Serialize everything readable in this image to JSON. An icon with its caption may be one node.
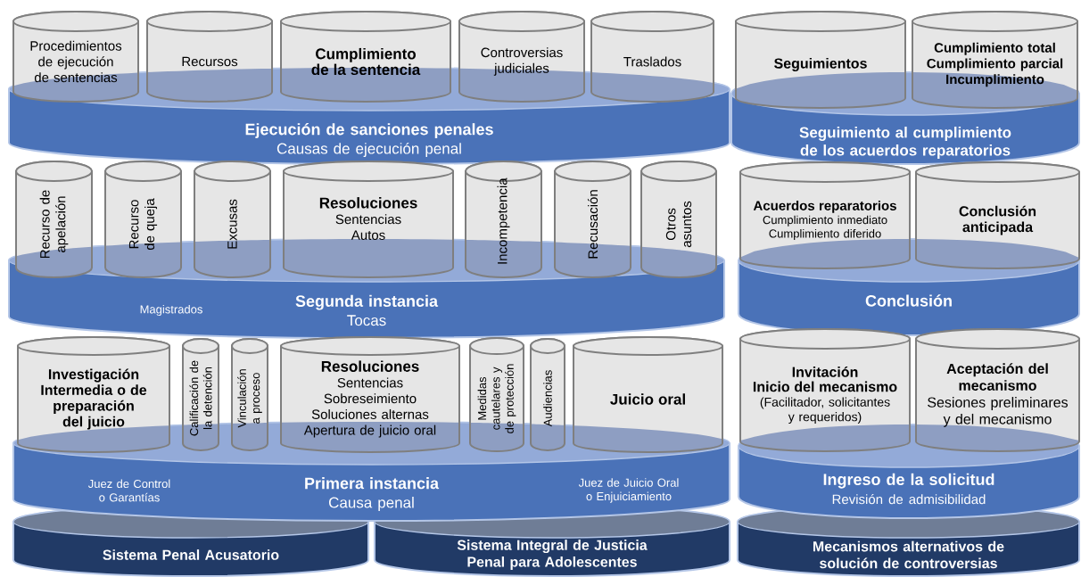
{
  "diagram": {
    "nodes": [
      {
        "text": [
          "Ejecución de sanciones penales",
          "Causas de ejecución penal"
        ]
      },
      {
        "text": [
          "Procedimientos de ejecución de sentencias"
        ]
      },
      {
        "text": [
          "Recursos"
        ]
      },
      {
        "text": [
          "Cumplimiento de la sentencia"
        ]
      },
      {
        "text": [
          "Controversias judiciales"
        ]
      },
      {
        "text": [
          "Traslados"
        ]
      },
      {
        "text": [
          "Seguimiento al cumplimiento de los acuerdos reparatorios"
        ]
      },
      {
        "text": [
          "Seguimientos"
        ]
      },
      {
        "text": [
          "Cumplimiento total",
          "Cumplimiento parcial",
          "Incumplimiento"
        ]
      },
      {
        "text": [
          "Segunda instancia",
          "Tocas",
          "Magistrados"
        ]
      },
      {
        "text": [
          "Recurso de apelación"
        ]
      },
      {
        "text": [
          "Recurso de queja"
        ]
      },
      {
        "text": [
          "Excusas"
        ]
      },
      {
        "text": [
          "Resoluciones",
          "Sentencias",
          "Autos"
        ]
      },
      {
        "text": [
          "Incompetencia"
        ]
      },
      {
        "text": [
          "Recusación"
        ]
      },
      {
        "text": [
          "Otros asuntos"
        ]
      },
      {
        "text": [
          "Conclusión"
        ]
      },
      {
        "text": [
          "Acuerdos reparatorios",
          "Cumplimiento inmediato",
          "Cumplimiento diferido"
        ]
      },
      {
        "text": [
          "Conclusión anticipada"
        ]
      },
      {
        "text": [
          "Primera instancia",
          "Causa penal",
          "Juez de Control o Garantías",
          "Juez de Juicio Oral o Enjuiciamiento"
        ]
      },
      {
        "text": [
          "Investigación",
          "Intermedia o de preparación del juicio"
        ]
      },
      {
        "text": [
          "Calificación de la detención"
        ]
      },
      {
        "text": [
          "Vinculación a proceso"
        ]
      },
      {
        "text": [
          "Resoluciones",
          "Sentencias",
          "Sobreseimiento",
          "Soluciones alternas",
          "Apertura de juicio oral"
        ]
      },
      {
        "text": [
          "Medidas cautelares y de protección"
        ]
      },
      {
        "text": [
          "Audiencias"
        ]
      },
      {
        "text": [
          "Juicio oral"
        ]
      },
      {
        "text": [
          "Ingreso de la solicitud",
          "Revisión de admisibilidad"
        ]
      },
      {
        "text": [
          "Invitación",
          "Inicio del mecanismo",
          "(Facilitador, solicitantes y requeridos)"
        ]
      },
      {
        "text": [
          "Aceptación del mecanismo",
          "Sesiones preliminares y del mecanismo"
        ]
      },
      {
        "text": [
          "Sistema Penal Acusatorio"
        ]
      },
      {
        "text": [
          "Sistema Integral de Justicia Penal para Adolescentes"
        ]
      },
      {
        "text": [
          "Mecanismos alternativos de solución de controversias"
        ]
      }
    ]
  }
}
